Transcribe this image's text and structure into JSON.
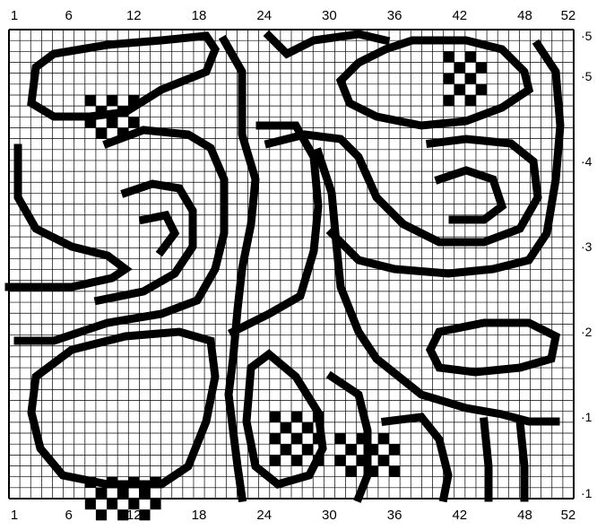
{
  "chart_data": {
    "type": "knitting-chart",
    "stitch_columns": 52,
    "column_tick_labels": [
      "1",
      "6",
      "12",
      "18",
      "24",
      "30",
      "36",
      "42",
      "48",
      "52"
    ],
    "right_edge_row_labels": [
      "5",
      "5",
      "4",
      "3",
      "2",
      "1",
      "1"
    ],
    "grid_color": "#000000",
    "fill_color": "#000000",
    "background": "#ffffff"
  }
}
